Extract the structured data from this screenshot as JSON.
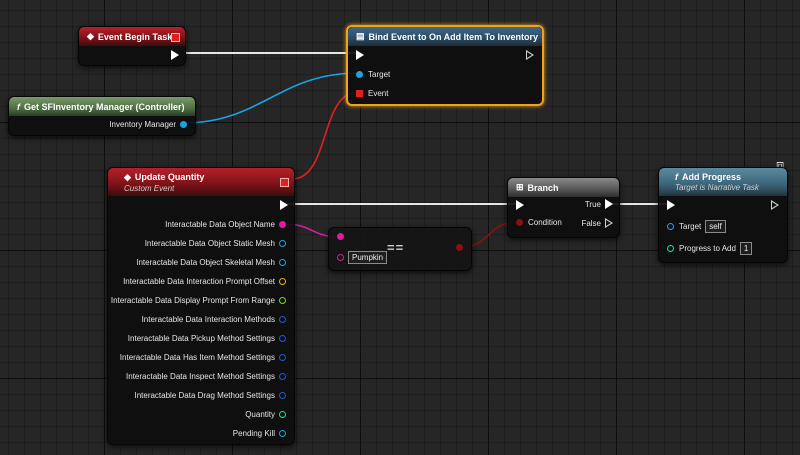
{
  "nodes": {
    "event_begin_task": {
      "title": "Event Begin Task",
      "icon": "event-diamond-icon"
    },
    "bind_event": {
      "title": "Bind Event to On Add Item To Inventory",
      "icon": "function-icon",
      "pins": {
        "target": "Target",
        "event": "Event"
      }
    },
    "get_inventory": {
      "title": "Get SFInventory Manager (Controller)",
      "icon": "function-f-icon",
      "pins": {
        "output": "Inventory Manager"
      }
    },
    "update_quantity": {
      "title": "Update Quantity",
      "subtitle": "Custom Event",
      "icon": "event-diamond-icon",
      "pins": [
        "Interactable Data Object Name",
        "Interactable Data Object Static Mesh",
        "Interactable Data Object Skeletal Mesh",
        "Interactable Data Interaction Prompt Offset",
        "Interactable Data Display Prompt From Range",
        "Interactable Data Interaction Methods",
        "Interactable Data Pickup Method Settings",
        "Interactable Data Has Item Method Settings",
        "Interactable Data Inspect Method Settings",
        "Interactable Data Drag Method Settings",
        "Quantity",
        "Pending Kill"
      ]
    },
    "equals": {
      "operator": "==",
      "literal": "Pumpkin"
    },
    "branch": {
      "title": "Branch",
      "icon": "branch-icon",
      "pins": {
        "condition": "Condition",
        "true": "True",
        "false": "False"
      }
    },
    "add_progress": {
      "title": "Add Progress",
      "subtitle": "Target is Narrative Task",
      "icon": "function-f-icon",
      "pins": {
        "target": "Target",
        "target_value": "self",
        "progress": "Progress to Add",
        "progress_value": "1"
      }
    }
  },
  "colors": {
    "exec": "#ffffff",
    "object": "#1aa3e0",
    "delegate": "#e02020",
    "name": "#e01aa3",
    "boolean": "#8c0f0f",
    "struct": "#1a5ae0",
    "vector": "#e0b41a",
    "float": "#7ae01a",
    "integer": "#1ae0a3",
    "selection": "#f0a21c"
  }
}
